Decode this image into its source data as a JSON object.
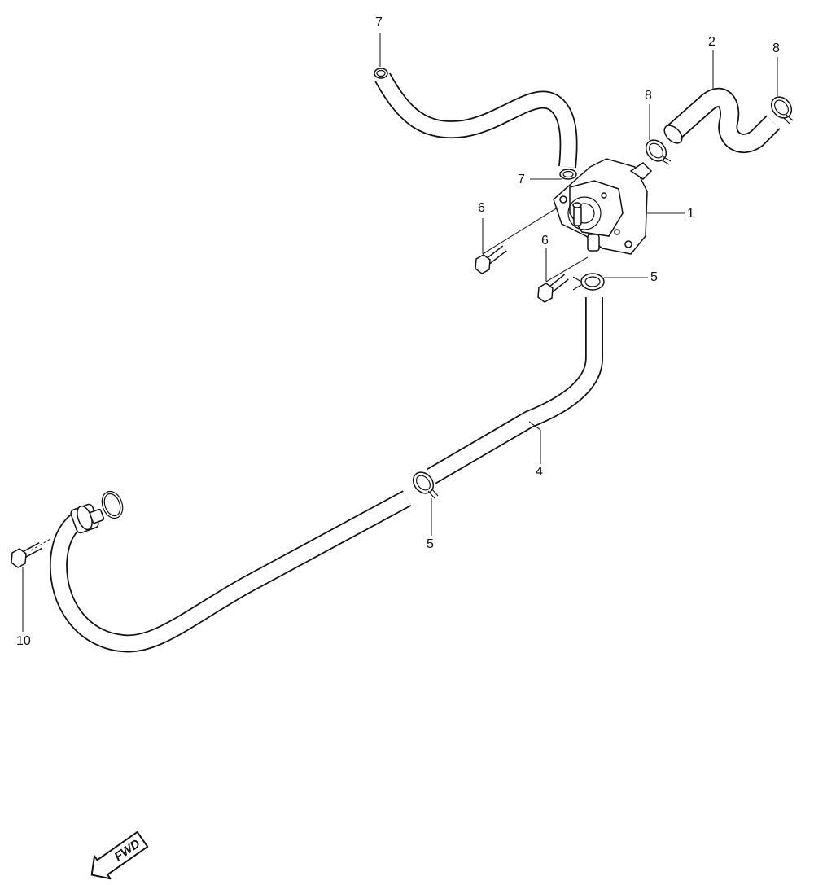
{
  "callouts": [
    {
      "id": "callout-1",
      "text": "1"
    },
    {
      "id": "callout-2",
      "text": "2"
    },
    {
      "id": "callout-4",
      "text": "4"
    },
    {
      "id": "callout-5-upper",
      "text": "5"
    },
    {
      "id": "callout-5-lower",
      "text": "5"
    },
    {
      "id": "callout-6-left",
      "text": "6"
    },
    {
      "id": "callout-6-right",
      "text": "6"
    },
    {
      "id": "callout-7-top",
      "text": "7"
    },
    {
      "id": "callout-7-mid",
      "text": "7"
    },
    {
      "id": "callout-8-left",
      "text": "8"
    },
    {
      "id": "callout-8-right",
      "text": "8"
    },
    {
      "id": "callout-10",
      "text": "10"
    }
  ],
  "direction_marker": {
    "text": "FWD",
    "icon": "forward-arrow-icon"
  },
  "colors": {
    "line": "#111111",
    "background": "#ffffff"
  }
}
